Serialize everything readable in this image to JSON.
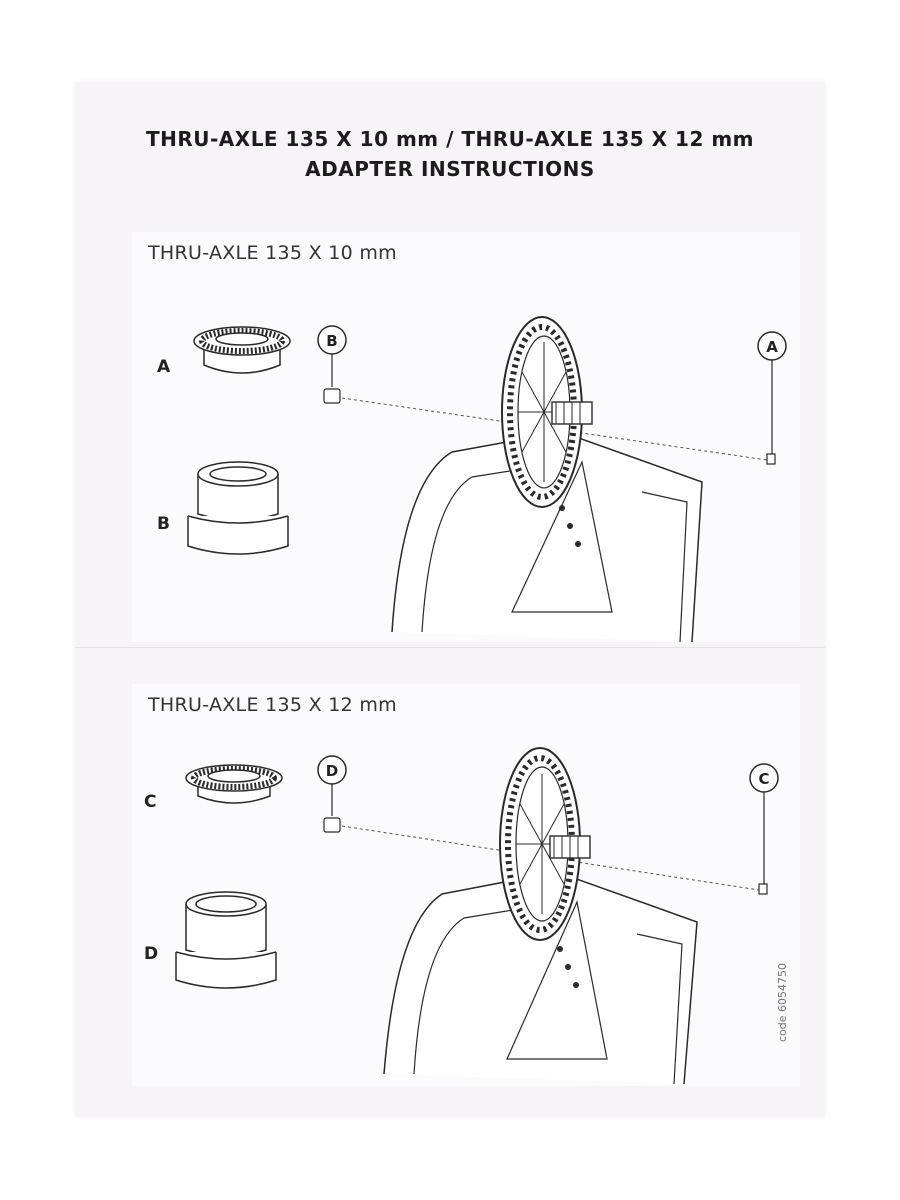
{
  "document": {
    "title_line_1": "THRU-AXLE 135 X 10 mm / THRU-AXLE 135 X 12 mm",
    "title_line_2": "ADAPTER INSTRUCTIONS",
    "code_text": "code 6054750"
  },
  "sections": [
    {
      "heading": "THRU-AXLE 135 X 10 mm",
      "parts": [
        {
          "label": "A",
          "icon": "knurled-ring-adapter-icon"
        },
        {
          "label": "B",
          "icon": "sleeve-adapter-icon"
        }
      ],
      "callouts": [
        "B",
        "A"
      ]
    },
    {
      "heading": "THRU-AXLE 135 X 12 mm",
      "parts": [
        {
          "label": "C",
          "icon": "knurled-ring-adapter-icon"
        },
        {
          "label": "D",
          "icon": "sleeve-adapter-icon"
        }
      ],
      "callouts": [
        "D",
        "C"
      ]
    }
  ],
  "colors": {
    "line": "#2a2a2a",
    "paper": "#f7f4f8"
  }
}
